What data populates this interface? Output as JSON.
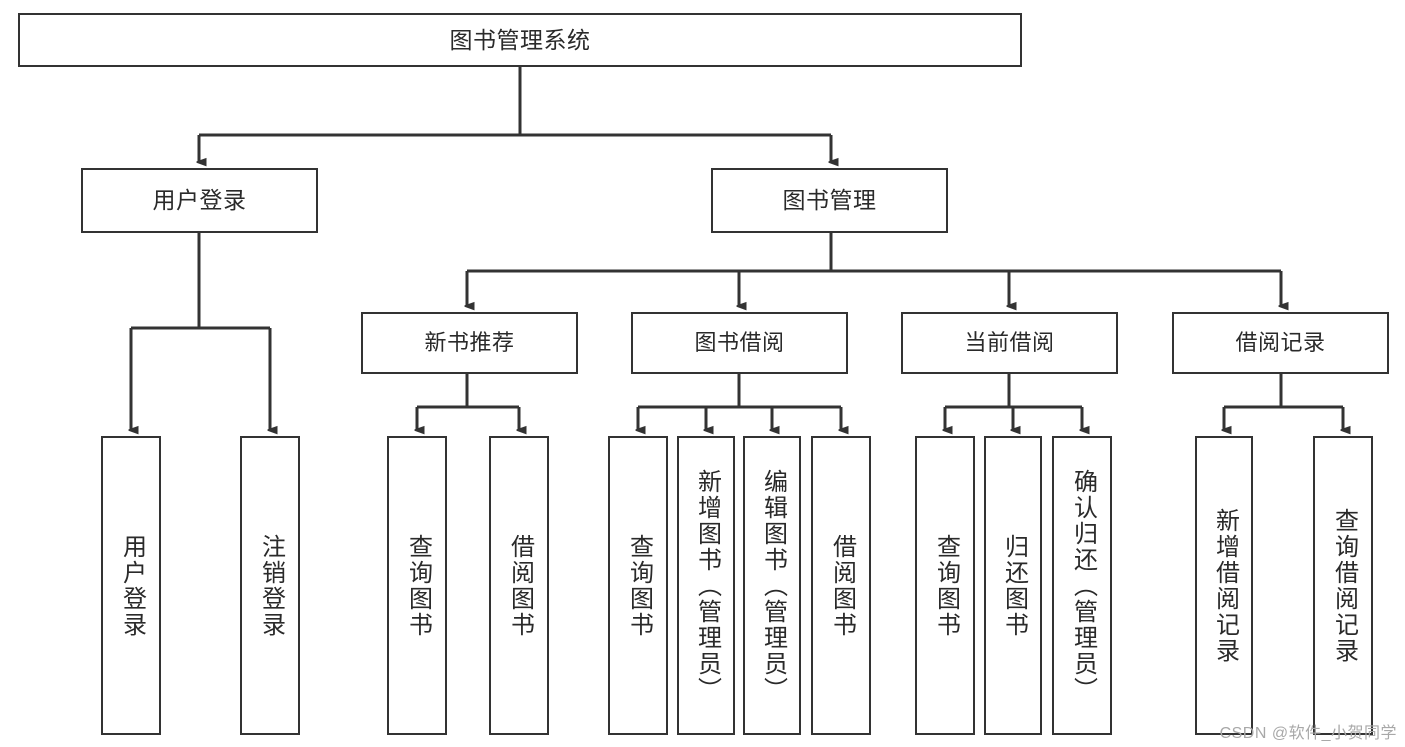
{
  "diagram": {
    "title": "图书管理系统",
    "type": "tree-hierarchy",
    "watermark": "CSDN @软件_小贺同学",
    "colors": {
      "box_border": "#333333",
      "box_fill": "#ffffff",
      "connector": "#333333",
      "text": "#2a2a2a",
      "watermark": "#a8a8a8",
      "page_background": "#ffffff"
    },
    "root": {
      "label": "图书管理系统"
    },
    "level1": [
      {
        "label": "用户登录"
      },
      {
        "label": "图书管理"
      }
    ],
    "level2": [
      {
        "label": "新书推荐"
      },
      {
        "label": "图书借阅"
      },
      {
        "label": "当前借阅"
      },
      {
        "label": "借阅记录"
      }
    ],
    "leaves": {
      "user_login": [
        {
          "label": "用户登录"
        },
        {
          "label": "注销登录"
        }
      ],
      "new_book_recommend": [
        {
          "label": "查询图书"
        },
        {
          "label": "借阅图书"
        }
      ],
      "book_borrow": [
        {
          "label": "查询图书"
        },
        {
          "label": "新增图书（管理员）"
        },
        {
          "label": "编辑图书（管理员）"
        },
        {
          "label": "借阅图书"
        }
      ],
      "current_borrow": [
        {
          "label": "查询图书"
        },
        {
          "label": "归还图书"
        },
        {
          "label": "确认归还（管理员）"
        }
      ],
      "borrow_record": [
        {
          "label": "新增借阅记录"
        },
        {
          "label": "查询借阅记录"
        }
      ]
    }
  }
}
